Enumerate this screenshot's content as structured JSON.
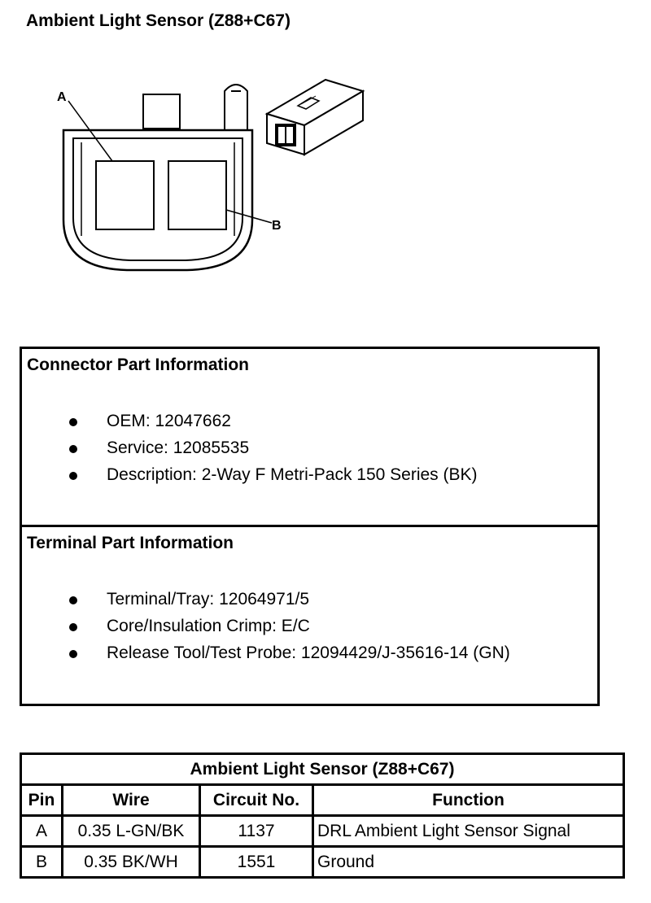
{
  "title": "Ambient Light Sensor (Z88+C67)",
  "diagram": {
    "label_a": "A",
    "label_b": "B"
  },
  "connector_info": {
    "heading": "Connector Part Information",
    "items": [
      "OEM: 12047662",
      "Service: 12085535",
      "Description: 2-Way F Metri-Pack 150 Series (BK)"
    ]
  },
  "terminal_info": {
    "heading": "Terminal Part Information",
    "items": [
      "Terminal/Tray: 12064971/5",
      "Core/Insulation Crimp: E/C",
      "Release Tool/Test Probe: 12094429/J-35616-14 (GN)"
    ]
  },
  "pin_table": {
    "caption": "Ambient Light Sensor (Z88+C67)",
    "headers": [
      "Pin",
      "Wire",
      "Circuit No.",
      "Function"
    ],
    "rows": [
      [
        "A",
        "0.35 L-GN/BK",
        "1137",
        "DRL Ambient Light Sensor Signal"
      ],
      [
        "B",
        "0.35 BK/WH",
        "1551",
        "Ground"
      ]
    ]
  }
}
